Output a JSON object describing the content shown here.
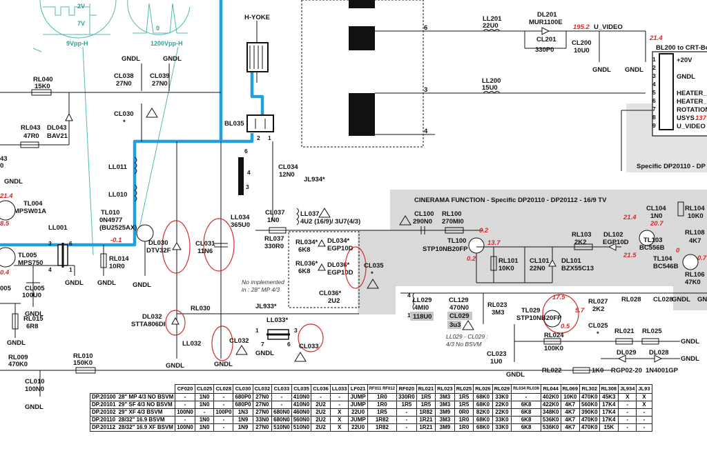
{
  "scope": {
    "h_label": "9Vpp-H",
    "v1": "2V",
    "v2": "7V",
    "right_label": "1200Vpp-H",
    "zero": "0"
  },
  "labels": {
    "h_yoke": "H-YOKE",
    "bl035": "BL035",
    "gndl": "GNDL",
    "rl040": [
      "RL040",
      "15K0"
    ],
    "rl043": [
      "RL043",
      "47R0"
    ],
    "dl043": [
      "DL043",
      "BAV21"
    ],
    "cl038": [
      "CL038",
      "27N0"
    ],
    "cl039": [
      "CL039",
      "27N0"
    ],
    "cl030": [
      "CL030",
      "*"
    ],
    "ll011": "LL011",
    "ll010": "LL010",
    "tl010": [
      "TL010",
      "0N4977",
      "(BU2525AX)"
    ],
    "tl004": [
      "TL004",
      "MPSW01A"
    ],
    "tl005": [
      "TL005",
      "MPS750"
    ],
    "ll001": "LL001",
    "rl014": [
      "RL014",
      "10R0"
    ],
    "dl030": [
      "DL030",
      "DTV32F"
    ],
    "cl031": [
      "CL031",
      "11N6"
    ],
    "dl032": [
      "DL032",
      "STTA806DI"
    ],
    "ll032": "LL032",
    "rl030": "RL030",
    "cl032": "CL032",
    "cl033": "CL033",
    "ll033": "LL033*",
    "jl933": "JL933*",
    "cl034": [
      "CL034",
      "12N0"
    ],
    "jl934": "JL934*",
    "ll034": [
      "LL034",
      "365U0"
    ],
    "cl037": [
      "CL037",
      "1N0"
    ],
    "ll037": [
      "LL037",
      "4U2 (16/9)/ 3U7(4/3)"
    ],
    "rl037": [
      "RL037",
      "330R0"
    ],
    "rl034": [
      "RL034*",
      "6K8"
    ],
    "rl036": [
      "RL036*",
      "6K8"
    ],
    "dl034": [
      "DL034*",
      "EGP10D"
    ],
    "dl036": [
      "DL036*",
      "EGP10D"
    ],
    "cl036": [
      "CL036*",
      "2U2"
    ],
    "cl035": [
      "CL035",
      "*"
    ],
    "not_impl": [
      "No implemented",
      "in : 28\" MP 4/3"
    ],
    "cl005": [
      "CL005",
      "100U0"
    ],
    "rl005": "005",
    "rl015": [
      "RL015",
      "6R8"
    ],
    "rl009": [
      "RL009",
      "470K0"
    ],
    "rl010": [
      "RL010",
      "150K0"
    ],
    "cl010": [
      "CL010",
      "100N0"
    ],
    "left_cut": [
      "43",
      "0",
      "05"
    ],
    "ll201": [
      "LL201",
      "22U0"
    ],
    "dl201": [
      "DL201",
      "MUR1100E"
    ],
    "cl201": [
      "CL201",
      "330P0"
    ],
    "cl200": [
      "CL200",
      "10U0"
    ],
    "u_video": "U_VIDEO",
    "ll200": [
      "LL200",
      "15U0"
    ],
    "pins_left": [
      "6",
      "3",
      "4"
    ],
    "bl200": "BL200 to CRT-Bo",
    "bl200_pins": [
      "1",
      "2",
      "3",
      "4",
      "5",
      "6",
      "7",
      "8",
      "9"
    ],
    "bl200_names": [
      "+20V",
      "GNDL",
      "HEATER_I",
      "HEATER_I",
      "ROTATION",
      "USYS",
      "U_VIDEO"
    ],
    "specific1": "Specific  DP20110 - DP",
    "cinerama": "CINERAMA FUNCTION - Specific  DP20110 - DP20112 - 16/9 TV",
    "cl100": [
      "CL100",
      "290N0"
    ],
    "rl100": [
      "RL100",
      "270MI0"
    ],
    "tl100": [
      "TL100",
      "STP10NB20FP"
    ],
    "rl101": [
      "RL101",
      "10K0"
    ],
    "cl101": [
      "CL101",
      "22N0"
    ],
    "dl101": [
      "DL101",
      "BZX55C13"
    ],
    "rl103": [
      "RL103",
      "2K2"
    ],
    "dl102": [
      "DL102",
      "EGP10D"
    ],
    "cl104": [
      "CL104",
      "1N0"
    ],
    "rl104": [
      "RL104",
      "10K0"
    ],
    "rl108": [
      "RL108",
      "4K7"
    ],
    "tl103": [
      "TL103",
      "BC556B"
    ],
    "tl104": [
      "TL104",
      "BC546B"
    ],
    "rl106": [
      "RL106",
      "47K0"
    ],
    "ll029": [
      "LL029",
      "4MI0",
      "118U0"
    ],
    "cl129": [
      "CL129",
      "470N0"
    ],
    "cl029": [
      "CL029",
      "3u3"
    ],
    "rl023": [
      "RL023",
      "3M3"
    ],
    "ll029_note": [
      "LL029 - CL029 :",
      "4/3 No BSVM"
    ],
    "tl029": [
      "TL029",
      "STP10NB20FP"
    ],
    "rl027": [
      "RL027",
      "2K2"
    ],
    "rl028": "RL028",
    "cl028": "CL028",
    "cl025": [
      "CL025",
      "*"
    ],
    "rl024": [
      "RL024",
      "100K0"
    ],
    "cl023": [
      "CL023",
      "1U0"
    ],
    "rl021": "RL021",
    "rl025": "RL025",
    "dl029": [
      "DL029",
      "RGP02-20"
    ],
    "dl028": [
      "DL028",
      "1N4001GP"
    ],
    "rl022": "RL022",
    "one_k": "1K0",
    "star": "*"
  },
  "voltages": {
    "v21_4a": "21.4",
    "v8_5": "8.5",
    "v0_4": "0.4",
    "v_0_1": "-0.1",
    "v195": "195.2",
    "v21_4b": "21.4",
    "v137": "137",
    "v0_2a": "0.2",
    "v13_7": "13.7",
    "v0_2b": "0.2",
    "v21_4c": "21.4",
    "v20_7": "20.7",
    "v21_5": "21.5",
    "v0": "0",
    "v0_7": "0.7",
    "v17_5": "17.5",
    "v5_7": "5.7",
    "v0_5": "0.5"
  },
  "bom": {
    "columns": [
      "CF020",
      "CL025",
      "CL028",
      "CL030",
      "CL032",
      "CL033",
      "CL035",
      "CL036",
      "LL033",
      "LF021",
      "RF011 RF012",
      "RF020",
      "RL021",
      "RL023",
      "RL025",
      "RL026",
      "RL029",
      "RL034 RL036",
      "RL044",
      "RL069",
      "RL302",
      "RL308",
      "JL934",
      "JL93"
    ],
    "rows": [
      {
        "code": "DP.20100",
        "model": "28\" MP 4/3 NO BSVM",
        "cells": [
          "-",
          "1N0",
          "-",
          "680P0",
          "27N0",
          "-",
          "410N0",
          "-",
          "-",
          "JUMP",
          "1R0",
          "330R0",
          "1R5",
          "3M3",
          "1R5",
          "68K0",
          "33K0",
          "-",
          "402K0",
          "10K0",
          "470K0",
          "45K3",
          "X",
          "X"
        ]
      },
      {
        "code": "DP.20101",
        "model": "29\" SF 4/3 NO BSVM",
        "cells": [
          "-",
          "1N0",
          "-",
          "680P0",
          "27N0",
          "-",
          "410N0",
          "2U2",
          "-",
          "JUMP",
          "1R0",
          "1R5",
          "1R5",
          "3M3",
          "1R5",
          "68K0",
          "22K0",
          "6K8",
          "422K0",
          "4K7",
          "560K0",
          "17K4",
          "-",
          "X"
        ]
      },
      {
        "code": "DP.20102",
        "model": "29\" XF 4/3 BSVM",
        "cells": [
          "100N0",
          "-",
          "100P0",
          "1N3",
          "27N0",
          "680N0",
          "460N0",
          "2U2",
          "X",
          "22U0",
          "1R5",
          "-",
          "1R82",
          "3M9",
          "0R0",
          "82K0",
          "22K0",
          "6K8",
          "348K0",
          "4K7",
          "390K0",
          "17K4",
          "-",
          "-"
        ]
      },
      {
        "code": "DP.20110",
        "model": "28/32\" 16.9 BSVM",
        "cells": [
          "-",
          "1N0",
          "-",
          "1N9",
          "33N0",
          "680N0",
          "560N0",
          "2U2",
          "X",
          "JUMP",
          "1R82",
          "-",
          "1R21",
          "3M3",
          "1R0",
          "68K0",
          "33K0",
          "6K8",
          "536K0",
          "4K7",
          "470K0",
          "17K4",
          "-",
          "-"
        ]
      },
      {
        "code": "DP.20112",
        "model": "28/32\" 16.9 XF BSVM",
        "cells": [
          "100N0",
          "1N0",
          "-",
          "1N9",
          "27N0",
          "510N0",
          "510N0",
          "2U2",
          "X",
          "22U0",
          "1R82",
          "-",
          "1R21",
          "3M9",
          "1R0",
          "68K0",
          "33K0",
          "6K8",
          "536K0",
          "4K7",
          "470K0",
          "15K",
          "-",
          "-"
        ]
      }
    ]
  }
}
